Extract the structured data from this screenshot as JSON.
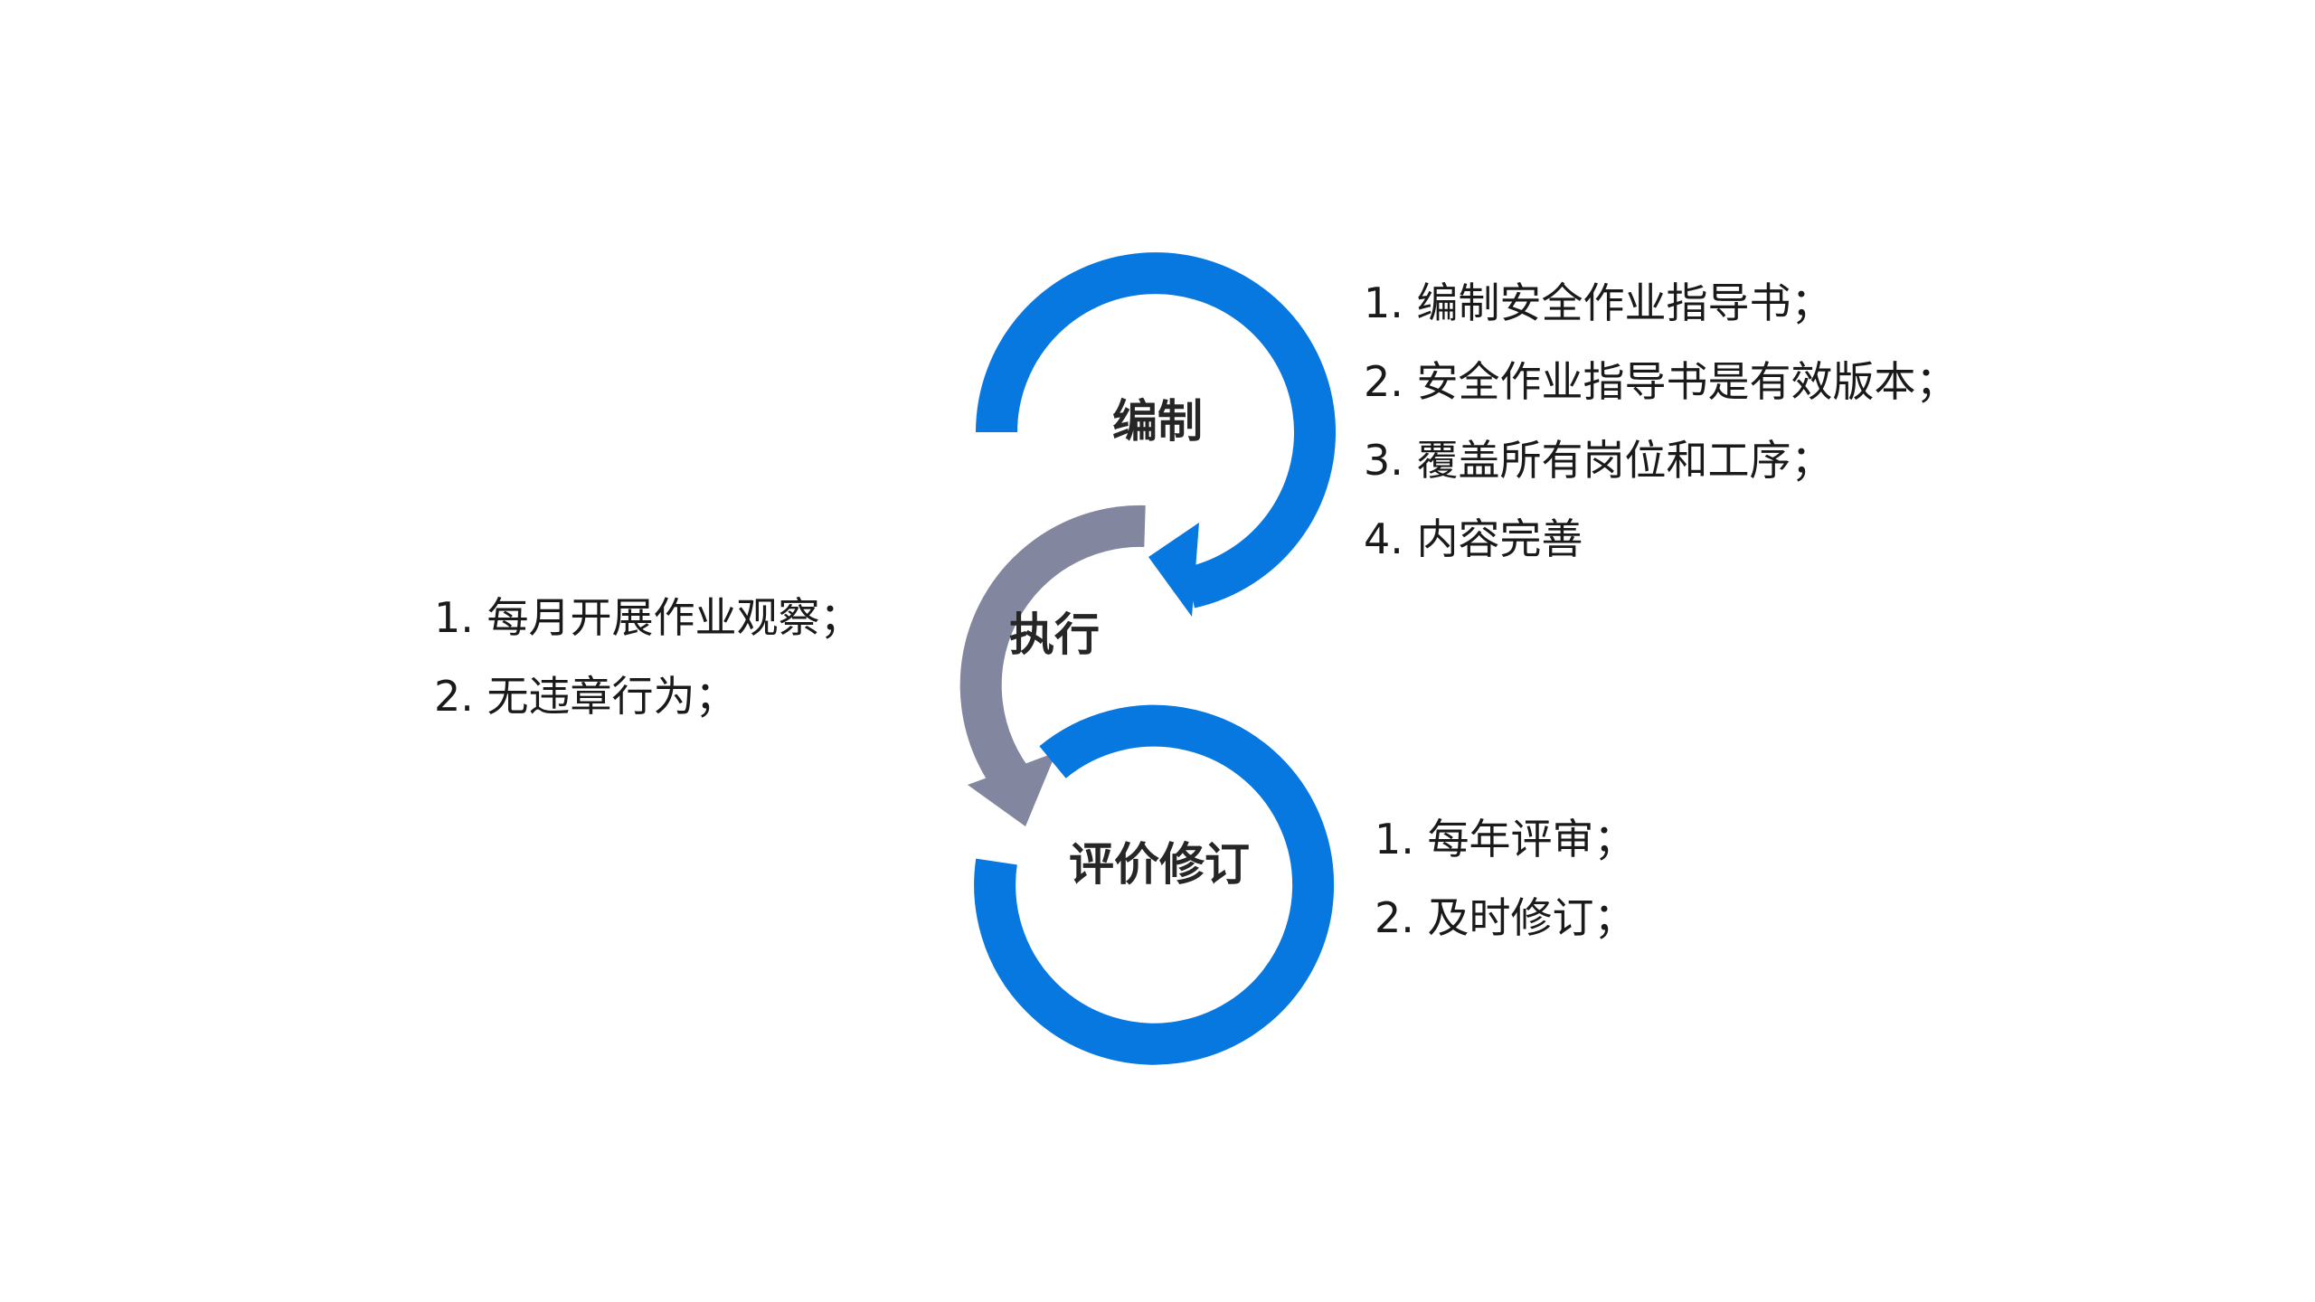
{
  "colors": {
    "arc_blue": "#0778e0",
    "arc_gray": "#82879f",
    "label_text": "#262626",
    "list_text": "#1a1a1a",
    "background": "#ffffff"
  },
  "stages": {
    "compile": {
      "label": "编制",
      "items": [
        "1. 编制安全作业指导书；",
        "2. 安全作业指导书是有效版本；",
        "3. 覆盖所有岗位和工序；",
        "4. 内容完善"
      ]
    },
    "execute": {
      "label": "执行",
      "items": [
        "1. 每月开展作业观察；",
        "2. 无违章行为；"
      ]
    },
    "review": {
      "label": "评价修订",
      "items": [
        "1. 每年评审；",
        "2. 及时修订；"
      ]
    }
  }
}
